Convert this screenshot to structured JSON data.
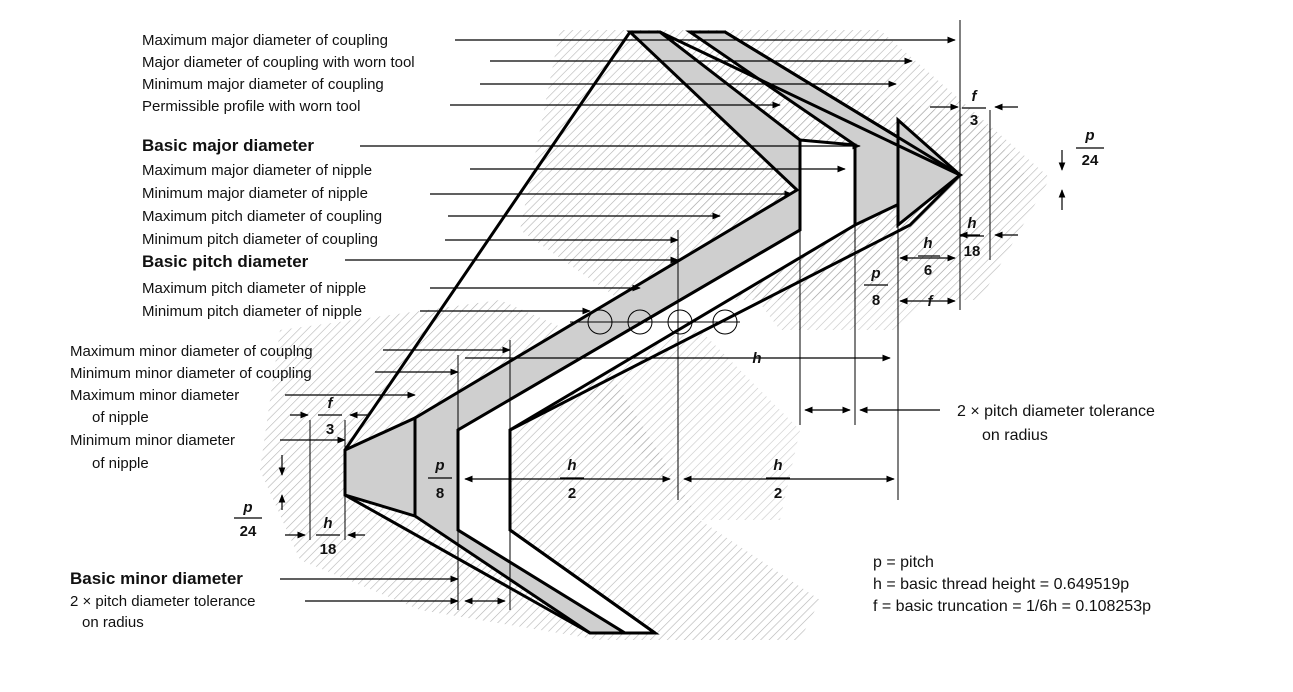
{
  "labels_right": [
    "Maximum major diameter of coupling",
    "Major diameter of coupling with worn tool",
    "Minimum major diameter of coupling",
    "Permissible profile with worn tool",
    "Basic major diameter",
    "Maximum major diameter of nipple",
    "Minimum major diameter of nipple",
    "Maximum pitch diameter of coupling",
    "Minimum pitch diameter of coupling",
    "Basic pitch diameter",
    "Maximum pitch diameter of nipple",
    "Minimum pitch diameter of nipple"
  ],
  "labels_left": [
    "Maximum minor diameter of couplng",
    "Minimum minor diameter of coupling",
    "Maximum minor diameter",
    "of nipple",
    "Minimum minor diameter",
    "of nipple"
  ],
  "bottom_left": {
    "basic_minor": "Basic minor diameter",
    "tol_line1": "2 × pitch diameter tolerance",
    "tol_line2": "on radius"
  },
  "right_tol": {
    "line1": "2 × pitch diameter tolerance",
    "line2": "on radius"
  },
  "fractions": {
    "f": "f",
    "three": "3",
    "p": "p",
    "n24": "24",
    "h": "h",
    "n18": "18",
    "n6": "6",
    "n8": "8",
    "n2": "2"
  },
  "h_label": "h",
  "f_label": "f",
  "legend": [
    "p = pitch",
    "h = basic thread height = 0.649519p",
    "f = basic truncation = 1/6h = 0.108253p"
  ],
  "colors": {
    "hatch": "#b8b8b8",
    "gray_band": "#cfcfcf",
    "stroke": "#000000"
  }
}
